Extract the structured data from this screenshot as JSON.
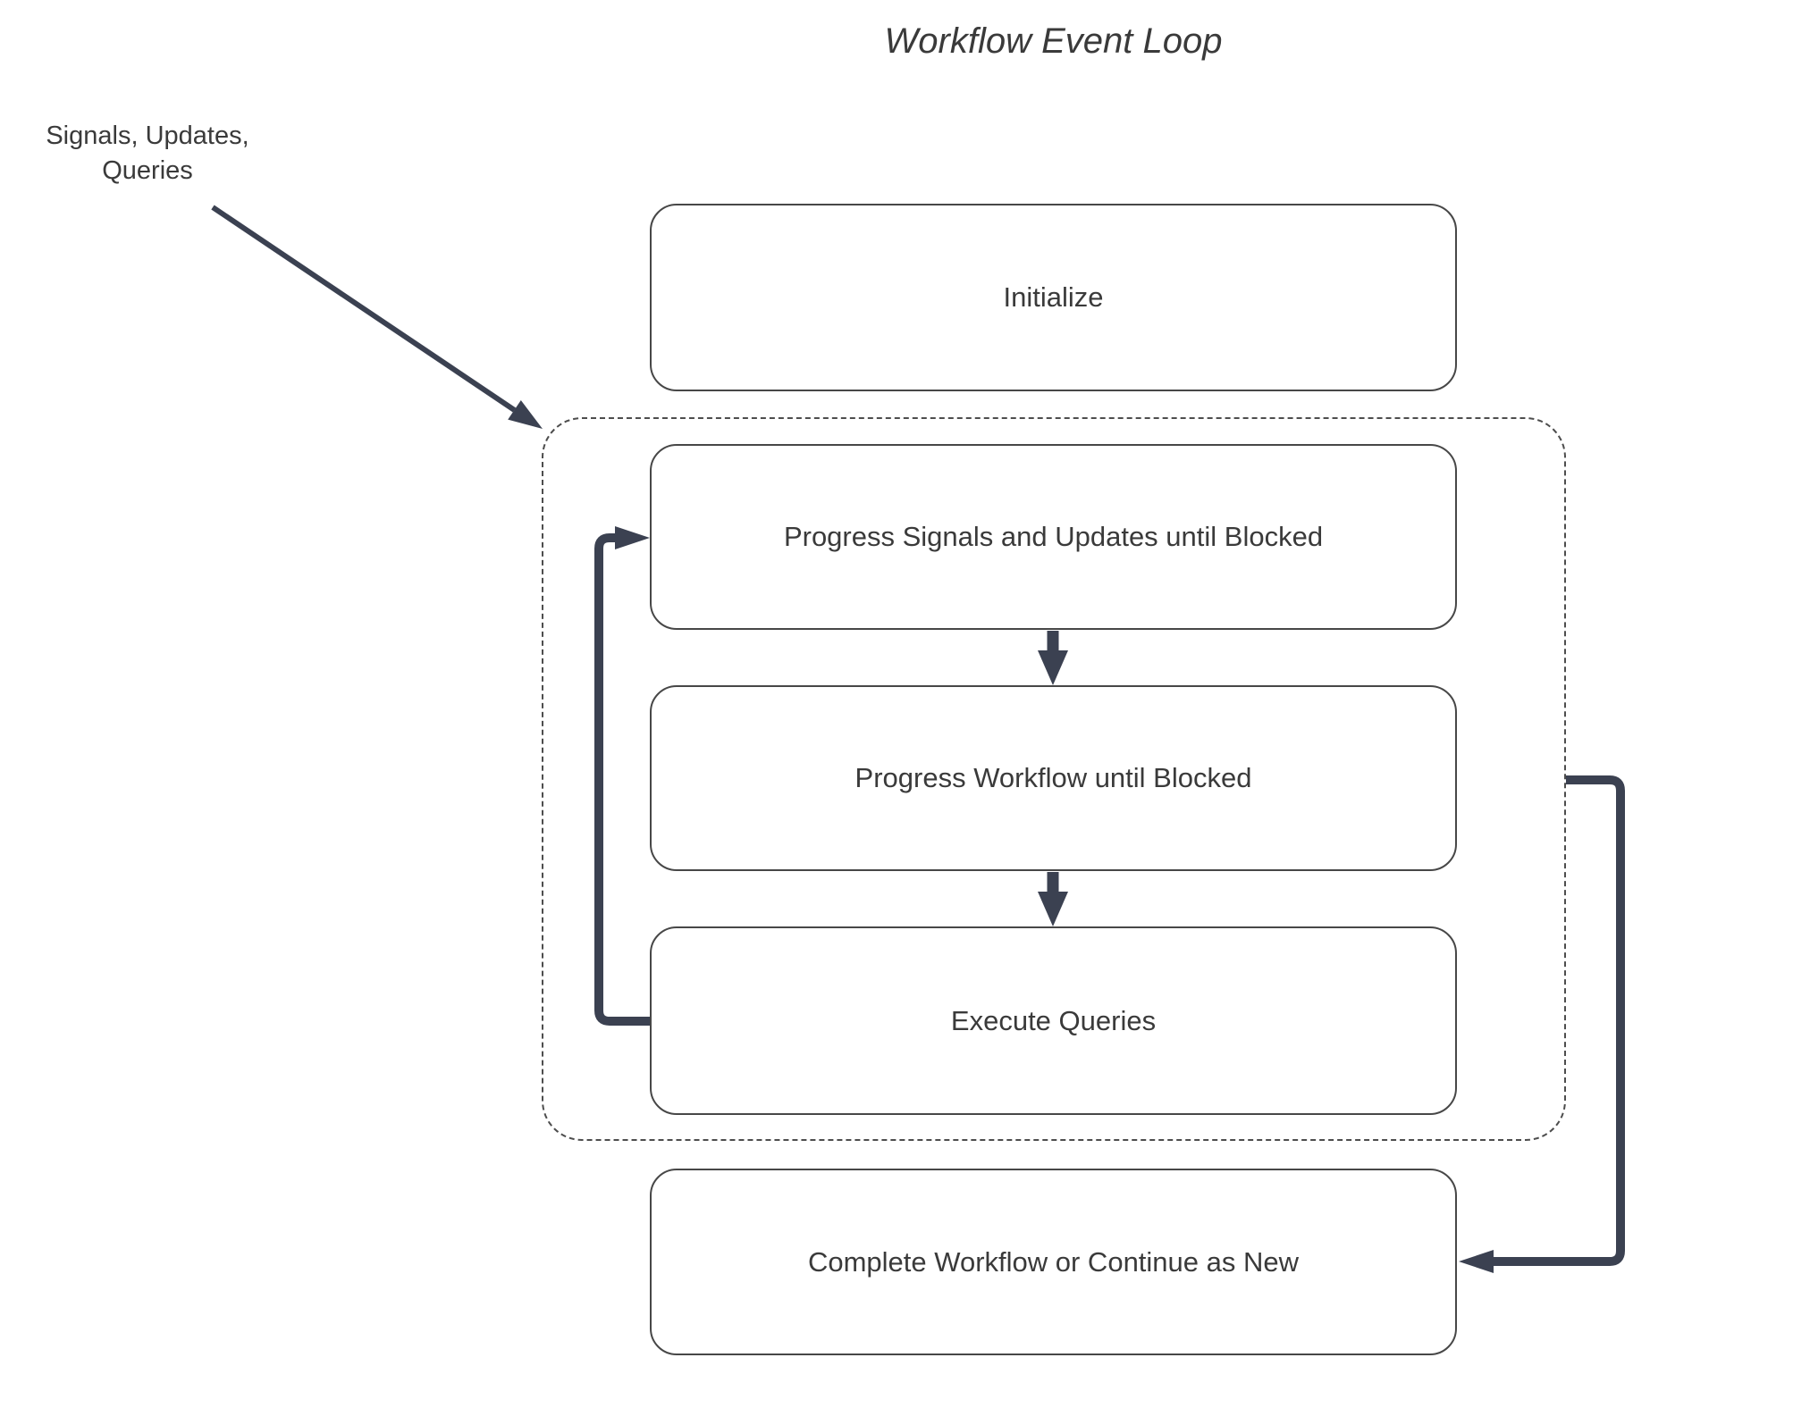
{
  "title": "Workflow Event Loop",
  "annotation": {
    "text": "Signals, Updates,\nQueries"
  },
  "nodes": {
    "initialize": "Initialize",
    "progress_signals": "Progress Signals and Updates until Blocked",
    "progress_workflow": "Progress Workflow until Blocked",
    "execute_queries": "Execute Queries",
    "complete": "Complete Workflow or Continue as New"
  },
  "group": {
    "description": "dashed rounded container enclosing the three loop steps"
  },
  "edges": [
    {
      "name": "annotation-to-group",
      "from": "Signals, Updates, Queries",
      "to": "event loop group",
      "style": "thin-diagonal-arrow"
    },
    {
      "name": "progress-signals-to-progress-workflow",
      "from": "Progress Signals and Updates until Blocked",
      "to": "Progress Workflow until Blocked",
      "style": "short-block-arrow-down"
    },
    {
      "name": "progress-workflow-to-execute-queries",
      "from": "Progress Workflow until Blocked",
      "to": "Execute Queries",
      "style": "short-block-arrow-down"
    },
    {
      "name": "execute-queries-to-progress-signals",
      "from": "Execute Queries",
      "to": "Progress Signals and Updates until Blocked",
      "style": "thick-elbow-arrow-left-side"
    },
    {
      "name": "group-to-complete",
      "from": "event loop group",
      "to": "Complete Workflow or Continue as New",
      "style": "thick-elbow-arrow-right-side"
    }
  ],
  "colors": {
    "connector": "#3b4151",
    "box_border": "#474747",
    "dashed_border": "#4d4d4d",
    "text": "#3a3a3a",
    "background": "#ffffff"
  }
}
